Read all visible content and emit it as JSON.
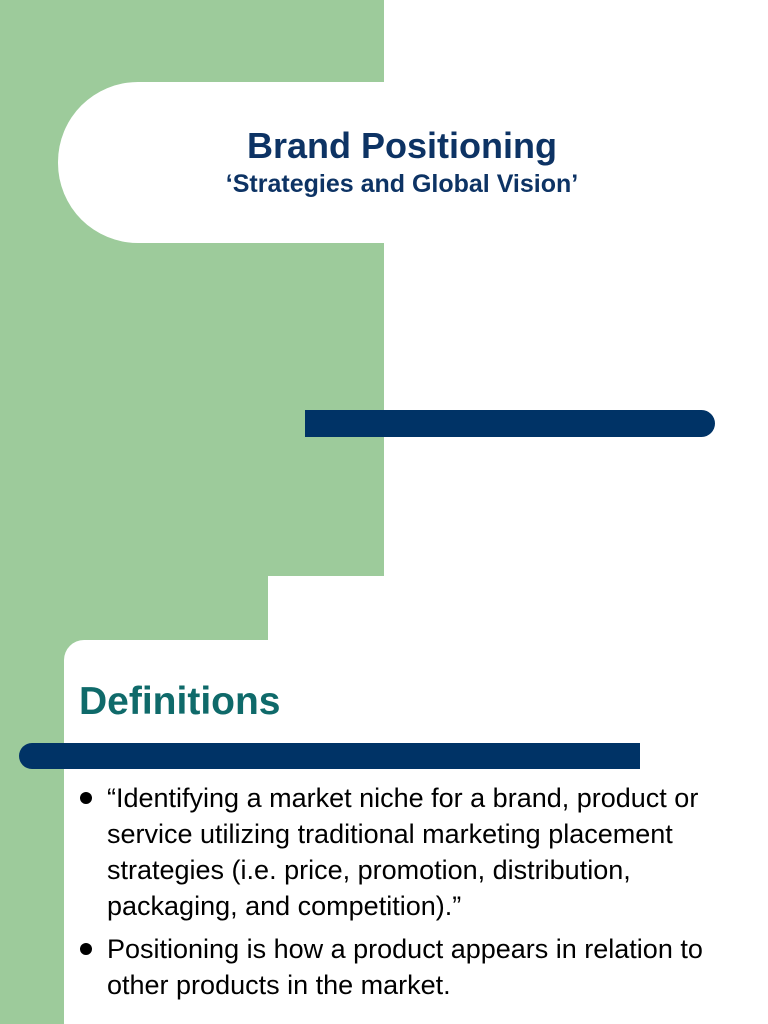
{
  "slides": [
    {
      "title": "Brand Positioning",
      "subtitle": "‘Strategies and Global Vision’"
    },
    {
      "heading": "Definitions",
      "bullets": [
        "“Identifying a market niche for a brand, product or service utilizing traditional marketing placement strategies (i.e. price, promotion, distribution, packaging, and competition).”",
        "Positioning is how a product appears in relation to other products in the market."
      ]
    }
  ],
  "colors": {
    "green_background": "#9dcb9b",
    "navy_bar": "#003366",
    "title_text": "#0d3364",
    "heading_text": "#0f6a6a"
  }
}
